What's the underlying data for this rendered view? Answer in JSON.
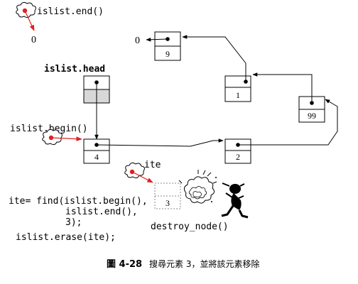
{
  "labels": {
    "end_call": "islist.end()",
    "end_value": "0",
    "head": "islist.head",
    "begin_call": "islist.begin()",
    "ite": "ite",
    "null_value": "0",
    "destroy": "destroy_node()"
  },
  "nodes": {
    "n9": "9",
    "n1": "1",
    "n99": "99",
    "n4": "4",
    "n2": "2",
    "n3": "3"
  },
  "code": {
    "line1": "ite= find(islist.begin(),",
    "line2": "islist.end(),",
    "line3": "3);",
    "line4": "islist.erase(ite);"
  },
  "caption": {
    "figure": "圖 4-28",
    "text": "搜尋元素 3，並將該元素移除"
  },
  "colors": {
    "pointer": "#e02020",
    "head_fill": "#d8d8d8",
    "ink": "#000000"
  }
}
